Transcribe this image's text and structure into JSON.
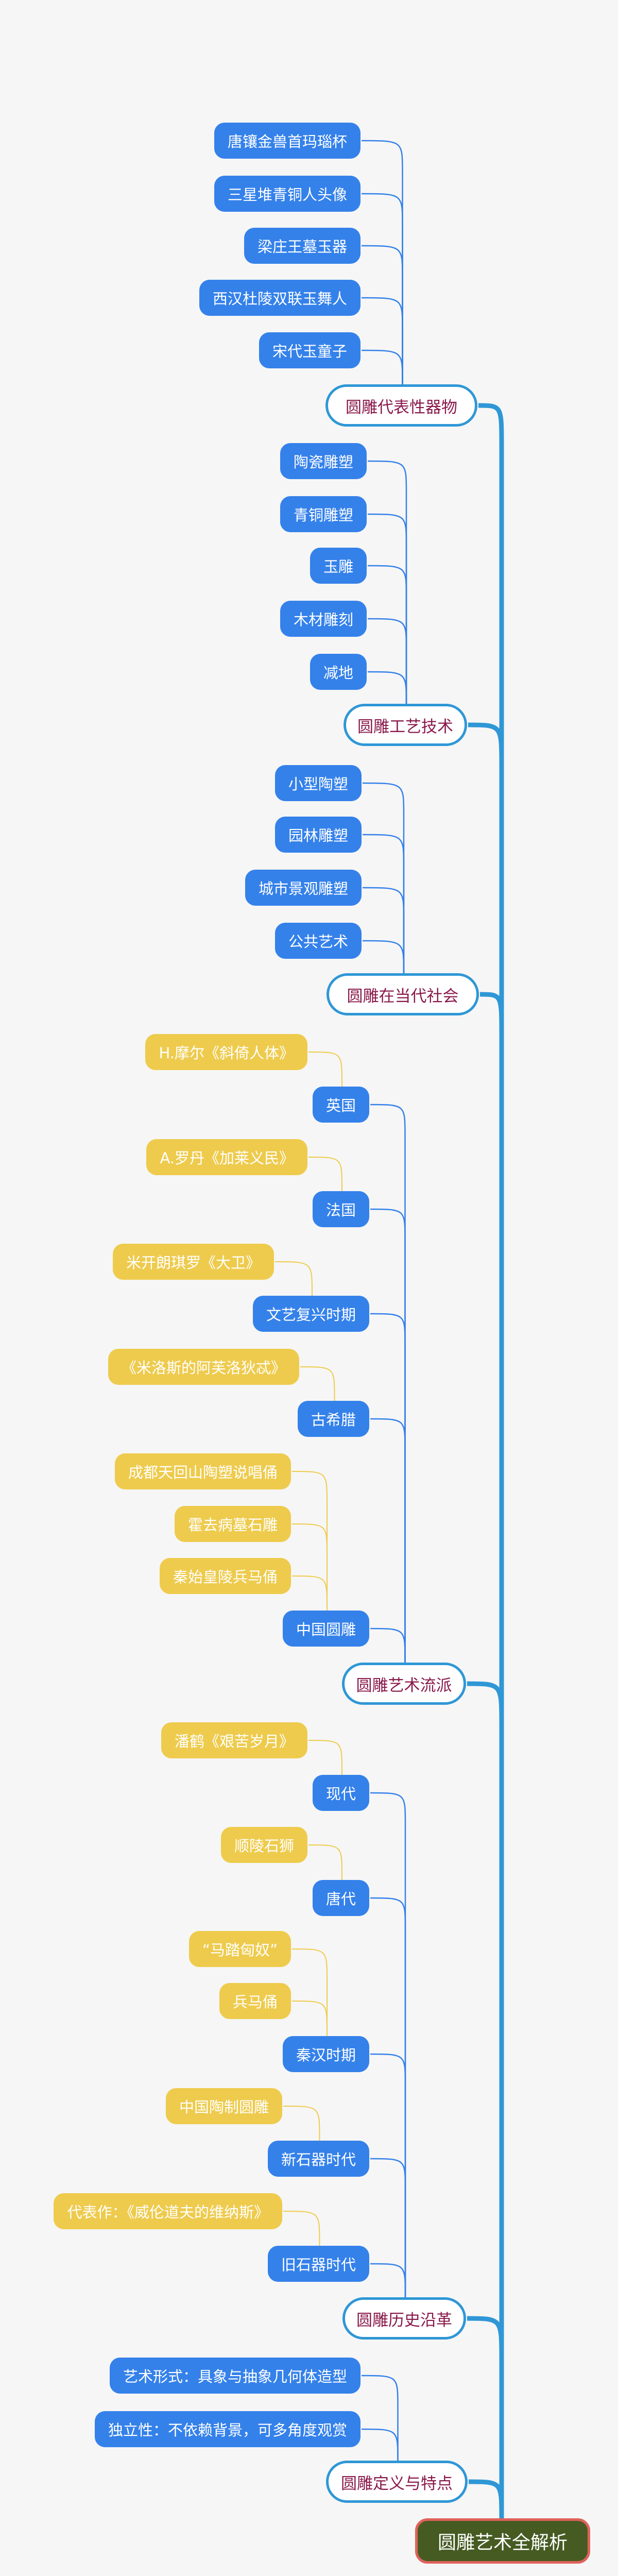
{
  "root": {
    "title": "圆雕艺术全解析"
  },
  "colors": {
    "root_fill": "#465b22",
    "root_border": "#e0625c",
    "topic_border": "#2f97d6",
    "topic_text": "#8a1a4c",
    "subtopic": "#3481ea",
    "note": "#eecb4d"
  },
  "branches": [
    {
      "title": "圆雕代表性器物",
      "items": [
        {
          "label": "唐镶金兽首玛瑙杯"
        },
        {
          "label": "三星堆青铜人头像"
        },
        {
          "label": "梁庄王墓玉器"
        },
        {
          "label": "西汉杜陵双联玉舞人"
        },
        {
          "label": "宋代玉童子"
        }
      ]
    },
    {
      "title": "圆雕工艺技术",
      "items": [
        {
          "label": "陶瓷雕塑"
        },
        {
          "label": "青铜雕塑"
        },
        {
          "label": "玉雕"
        },
        {
          "label": "木材雕刻"
        },
        {
          "label": "减地"
        }
      ]
    },
    {
      "title": "圆雕在当代社会",
      "items": [
        {
          "label": "小型陶塑"
        },
        {
          "label": "园林雕塑"
        },
        {
          "label": "城市景观雕塑"
        },
        {
          "label": "公共艺术"
        }
      ]
    },
    {
      "title": "圆雕艺术流派",
      "items": [
        {
          "label": "英国",
          "notes": [
            "H.摩尔《斜倚人体》"
          ]
        },
        {
          "label": "法国",
          "notes": [
            "A.罗丹《加莱义民》"
          ]
        },
        {
          "label": "文艺复兴时期",
          "notes": [
            "米开朗琪罗《大卫》"
          ]
        },
        {
          "label": "古希腊",
          "notes": [
            "《米洛斯的阿芙洛狄忒》"
          ]
        },
        {
          "label": "中国圆雕",
          "notes": [
            "成都天回山陶塑说唱俑",
            "霍去病墓石雕",
            "秦始皇陵兵马俑"
          ]
        }
      ]
    },
    {
      "title": "圆雕历史沿革",
      "items": [
        {
          "label": "现代",
          "notes": [
            "潘鹤《艰苦岁月》"
          ]
        },
        {
          "label": "唐代",
          "notes": [
            "顺陵石狮"
          ]
        },
        {
          "label": "秦汉时期",
          "notes": [
            "“马踏匈奴”",
            "兵马俑"
          ]
        },
        {
          "label": "新石器时代",
          "notes": [
            "中国陶制圆雕"
          ]
        },
        {
          "label": "旧石器时代",
          "notes": [
            "代表作：《威伦道夫的维纳斯》"
          ]
        }
      ]
    },
    {
      "title": "圆雕定义与特点",
      "items": [
        {
          "label": "艺术形式：具象与抽象几何体造型"
        },
        {
          "label": "独立性：不依赖背景，可多角度观赏"
        }
      ]
    }
  ]
}
